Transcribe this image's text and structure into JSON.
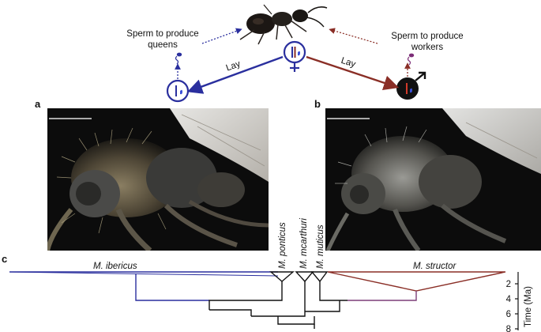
{
  "colors": {
    "blue": "#2a2f9e",
    "red": "#8a2e26",
    "purple": "#7d3e78",
    "black": "#111111",
    "photo": "#0c0c0c",
    "scale_bar": "#dddddd"
  },
  "icons": [
    "ant-worker-icon",
    "queen-female-icon",
    "male-haploid-icon",
    "male-hybrid-icon",
    "sperm-icon"
  ],
  "top": {
    "sperm_queens": [
      "Sperm to produce",
      "queens"
    ],
    "sperm_workers": [
      "Sperm to produce",
      "workers"
    ],
    "lay_left": "Lay",
    "lay_right": "Lay"
  },
  "panels": {
    "a": "a",
    "b": "b",
    "c": "c"
  },
  "phylogeny": {
    "species": [
      "M. ibericus",
      "M. ponticus",
      "M. mcarthuri",
      "M. muticus",
      "M. structor"
    ],
    "axis_label": "Time (Ma)",
    "ticks": [
      "2",
      "4",
      "6",
      "8"
    ]
  }
}
